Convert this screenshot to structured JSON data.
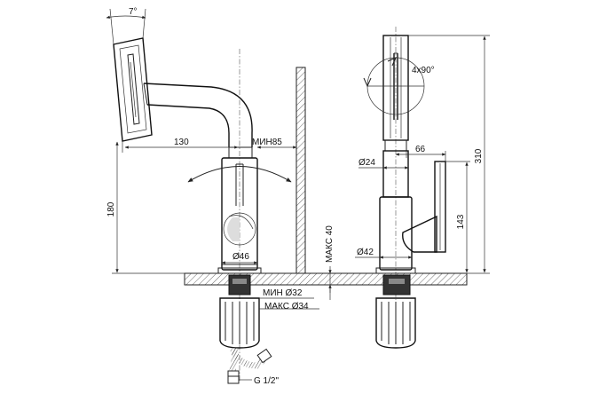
{
  "drawing": {
    "labels": {
      "angle_7": "7°",
      "dim_130": "130",
      "dim_min85": "МИН85",
      "dim_180": "180",
      "dim_d46": "Ø46",
      "dim_max40": "МАКС 40",
      "dim_min32": "МИН Ø32",
      "dim_max34": "МАКС Ø34",
      "thread": "G 1/2\"",
      "rot_4x90": "4x90°",
      "dim_66": "66",
      "dim_d24": "Ø24",
      "dim_d42": "Ø42",
      "dim_143": "143",
      "dim_310": "310"
    }
  }
}
